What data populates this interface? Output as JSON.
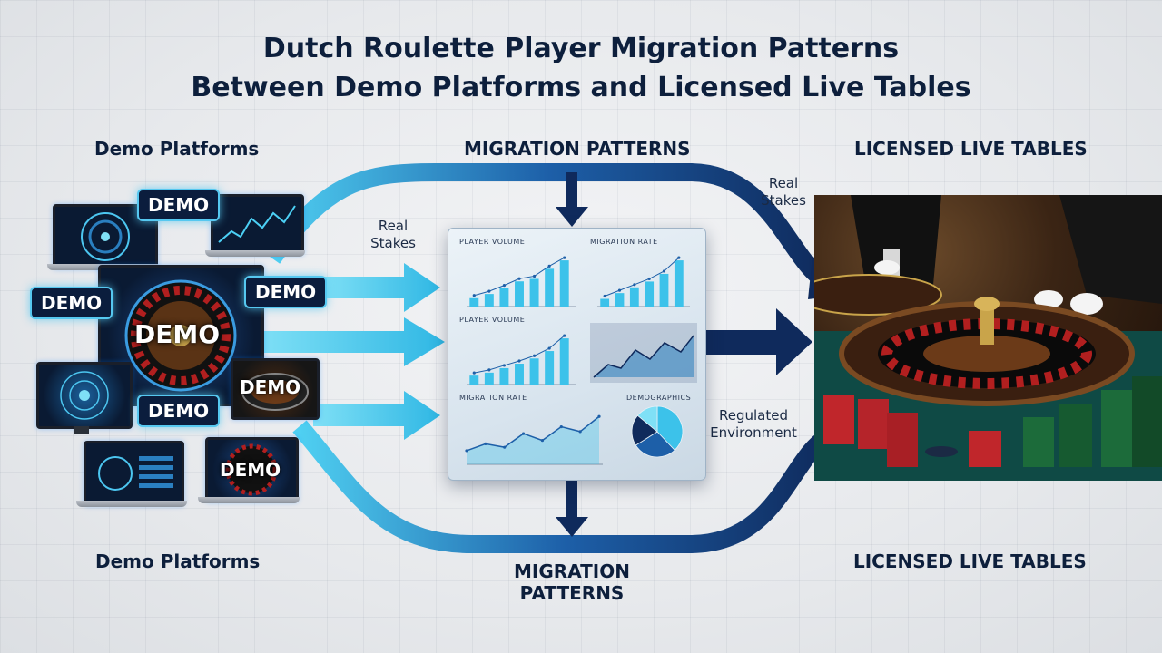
{
  "title": {
    "line1": "Dutch Roulette Player Migration Patterns",
    "line2": "Between Demo Platforms and Licensed Live Tables"
  },
  "labels": {
    "demo_top": "Demo Platforms",
    "demo_bottom": "Demo Platforms",
    "migration_top": "MIGRATION PATTERNS",
    "migration_bottom": "MIGRATION\nPATTERNS",
    "live_top": "LICENSED LIVE TABLES",
    "live_bottom": "LICENSED LIVE TABLES",
    "real_stakes_left": "Real\nStakes",
    "real_stakes_right": "Real\nStakes",
    "regulated": "Regulated\nEnvironment"
  },
  "demo_badges": [
    "DEMO",
    "DEMO",
    "DEMO",
    "DEMO",
    "DEMO",
    "DEMO",
    "DEMO"
  ],
  "dashboard": {
    "panels": [
      "PLAYER VOLUME",
      "MIGRATION RATE",
      "PLAYER VOLUME",
      "MIGRATION RATE",
      "DEMOGRAPHICS"
    ]
  },
  "chart_data": [
    {
      "type": "bar",
      "title": "PLAYER VOLUME",
      "values": [
        10,
        15,
        22,
        30,
        33,
        45,
        55
      ]
    },
    {
      "type": "bar",
      "title": "MIGRATION RATE",
      "values": [
        8,
        14,
        20,
        26,
        34,
        48
      ]
    },
    {
      "type": "bar",
      "title": "PLAYER VOLUME",
      "values": [
        12,
        16,
        22,
        28,
        35,
        45,
        62
      ]
    },
    {
      "type": "line",
      "title": "MIGRATION RATE",
      "values": [
        20,
        30,
        25,
        45,
        35,
        55,
        48,
        70
      ]
    },
    {
      "type": "pie",
      "title": "DEMOGRAPHICS",
      "values": [
        38,
        28,
        20,
        14
      ]
    }
  ],
  "colors": {
    "navy": "#0d1f3c",
    "cyan": "#3fc6ea",
    "dark_arrow": "#0f2a5c",
    "bar": "#3cc2ea"
  }
}
